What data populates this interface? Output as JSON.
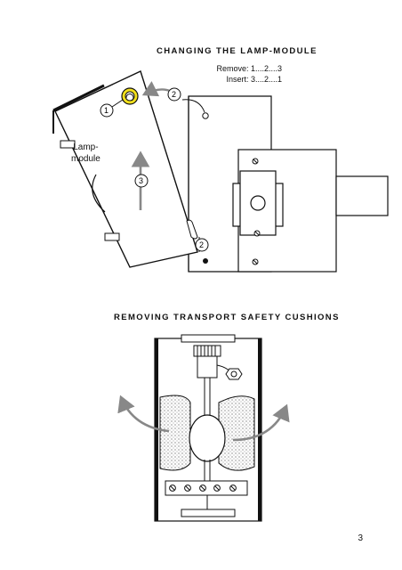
{
  "sections": {
    "lamp": {
      "title": "CHANGING  THE  LAMP-MODULE",
      "remove_line": "Remove: 1....2....3",
      "insert_line": "Insert: 3....2....1",
      "lamp_label_line1": "Lamp-",
      "lamp_label_line2": "module",
      "callouts": [
        "1",
        "2",
        "3",
        "2"
      ]
    },
    "cushions": {
      "title": "REMOVING  TRANSPORT  SAFETY  CUSHIONS"
    }
  },
  "footer": {
    "page_number": "3"
  },
  "colors": {
    "ink": "#111111",
    "highlight": "#f2e01c",
    "arrow": "#8a8a8a",
    "shade": "#d8d8d8"
  }
}
